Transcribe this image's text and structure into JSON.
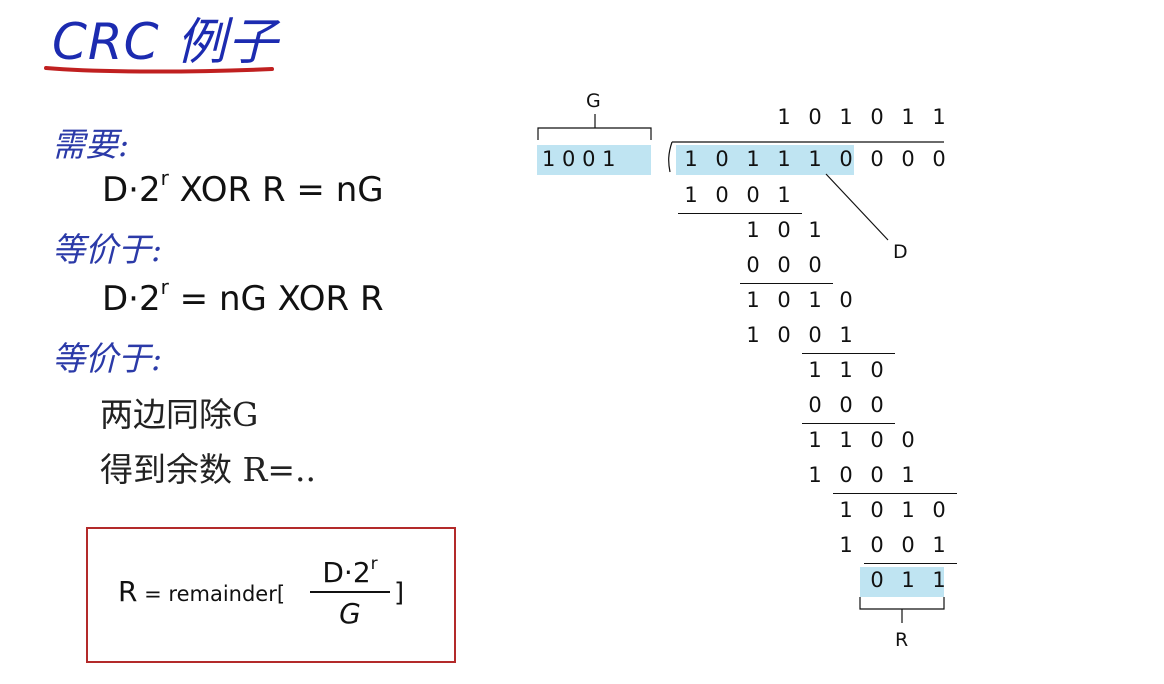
{
  "slide": {
    "title": "CRC 例子",
    "need_label": "需要:",
    "eq1_base": "D·2",
    "eq1_sup": "r",
    "eq1_rest": " XOR R = nG",
    "equiv_label_1": "等价于:",
    "eq2_base": "D·2",
    "eq2_sup": "r",
    "eq2_rest": " = nG XOR R",
    "equiv_label_2": "等价于:",
    "step1": "两边同除G",
    "step2": "得到余数 R=.."
  },
  "formula": {
    "lhs": "R",
    "mid": " = remainder[",
    "num_base": "D·2",
    "num_sup": "r",
    "den": "G",
    "close": "]"
  },
  "diagram": {
    "g_label": "G",
    "d_label": "D",
    "r_label": "R",
    "divisor": "1 0 0 1",
    "quotient": [
      "1",
      "0",
      "1",
      "0",
      "1",
      "1"
    ],
    "dividend": [
      "1",
      "0",
      "1",
      "1",
      "1",
      "0",
      "0",
      "0",
      "0"
    ],
    "steps": [
      [
        "1",
        "0",
        "0",
        "1"
      ],
      [
        "1",
        "0",
        "1"
      ],
      [
        "0",
        "0",
        "0"
      ],
      [
        "1",
        "0",
        "1",
        "0"
      ],
      [
        "1",
        "0",
        "0",
        "1"
      ],
      [
        "1",
        "1",
        "0"
      ],
      [
        "0",
        "0",
        "0"
      ],
      [
        "1",
        "1",
        "0",
        "0"
      ],
      [
        "1",
        "0",
        "0",
        "1"
      ],
      [
        "1",
        "0",
        "1",
        "0"
      ],
      [
        "1",
        "0",
        "0",
        "1"
      ],
      [
        "0",
        "1",
        "1"
      ]
    ]
  },
  "colors": {
    "title_blue": "#1c2bb0",
    "label_blue": "#2b3aa8",
    "underline_red": "#c02020",
    "box_red": "#b32a2a",
    "highlight_blue": "#bfe4f2"
  }
}
